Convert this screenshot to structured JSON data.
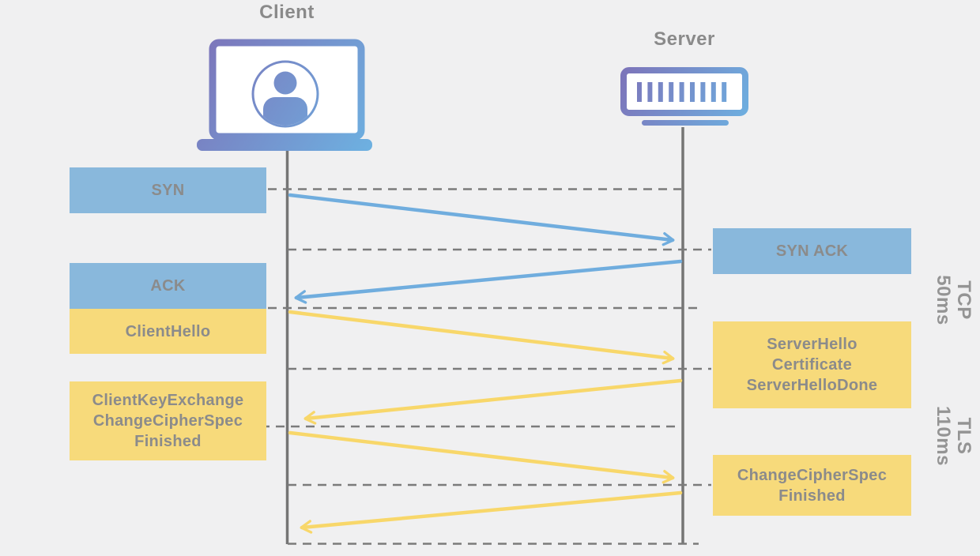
{
  "diagram": {
    "type": "sequence-diagram",
    "subject": "TCP and TLS handshake between client and server"
  },
  "actors": {
    "client": {
      "label": "Client",
      "icon": "laptop-user-icon"
    },
    "server": {
      "label": "Server",
      "icon": "server-icon"
    }
  },
  "messages": [
    {
      "label": "SYN",
      "from": "client",
      "to": "server",
      "protocol": "TCP"
    },
    {
      "label": "SYN ACK",
      "from": "server",
      "to": "client",
      "protocol": "TCP"
    },
    {
      "label": "ACK",
      "from": "client",
      "to": "server",
      "protocol": "TCP"
    },
    {
      "label": "ClientHello",
      "from": "client",
      "to": "server",
      "protocol": "TLS"
    },
    {
      "label": "ServerHello\nCertificate\nServerHelloDone",
      "from": "server",
      "to": "client",
      "protocol": "TLS"
    },
    {
      "label": "ClientKeyExchange\nChangeCipherSpec\nFinished",
      "from": "client",
      "to": "server",
      "protocol": "TLS"
    },
    {
      "label": "ChangeCipherSpec\nFinished",
      "from": "server",
      "to": "client",
      "protocol": "TLS"
    }
  ],
  "phases": [
    {
      "protocol": "TCP",
      "latency": "50ms"
    },
    {
      "protocol": "TLS",
      "latency": "110ms"
    }
  ],
  "colors": {
    "background": "#f0f0f1",
    "tcp_box": "#89b8dc",
    "tls_box": "#f7da7b",
    "tcp_arrow": "#70adde",
    "tls_arrow": "#f8d76a",
    "text_gray": "#8b8b8b",
    "lifeline_gray": "#757575",
    "dash_gray": "#7b7b7b",
    "icon_gradient_start": "#7d73b9",
    "icon_gradient_end": "#6db1e1"
  }
}
